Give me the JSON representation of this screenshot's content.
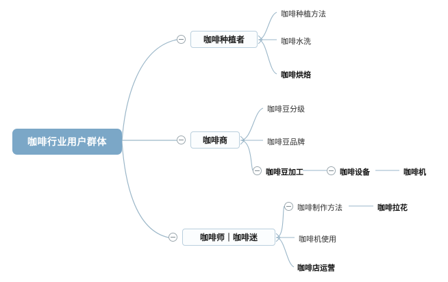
{
  "diagram": {
    "type": "mind-map",
    "title": "咖啡行业用户群体",
    "background_color": "#ffffff",
    "root_fill_color": "#7BA7C7",
    "root_text_color": "#ffffff",
    "branch_border_color": "#b9cfdd",
    "edge_color": "#9ab6c8"
  },
  "root": {
    "label": "咖啡行业用户群体"
  },
  "branches": [
    {
      "label": "咖啡种植者",
      "collapse_icon": "minus-circle-icon",
      "children": [
        {
          "label": "咖啡种植方法",
          "emphasis": false
        },
        {
          "label": "咖啡水洗",
          "emphasis": false
        },
        {
          "label": "咖啡烘焙",
          "emphasis": true
        }
      ]
    },
    {
      "label": "咖啡商",
      "collapse_icon": "minus-circle-icon",
      "children": [
        {
          "label": "咖啡豆分级",
          "emphasis": false
        },
        {
          "label": "咖啡豆品牌",
          "emphasis": false
        },
        {
          "label": "咖啡豆加工",
          "emphasis": true,
          "collapse_icon": "minus-circle-icon",
          "children": [
            {
              "label": "咖啡设备",
              "emphasis": true,
              "collapse_icon": "minus-circle-icon",
              "children": [
                {
                  "label": "咖啡机",
                  "emphasis": true
                }
              ]
            }
          ]
        }
      ]
    },
    {
      "label": "咖啡师｜咖啡迷",
      "collapse_icon": "minus-circle-icon",
      "children": [
        {
          "label": "咖啡制作方法",
          "emphasis": false,
          "collapse_icon": "minus-circle-icon",
          "children": [
            {
              "label": "咖啡拉花",
              "emphasis": true
            }
          ]
        },
        {
          "label": "咖啡机使用",
          "emphasis": false
        },
        {
          "label": "咖啡店运营",
          "emphasis": true
        }
      ]
    }
  ]
}
